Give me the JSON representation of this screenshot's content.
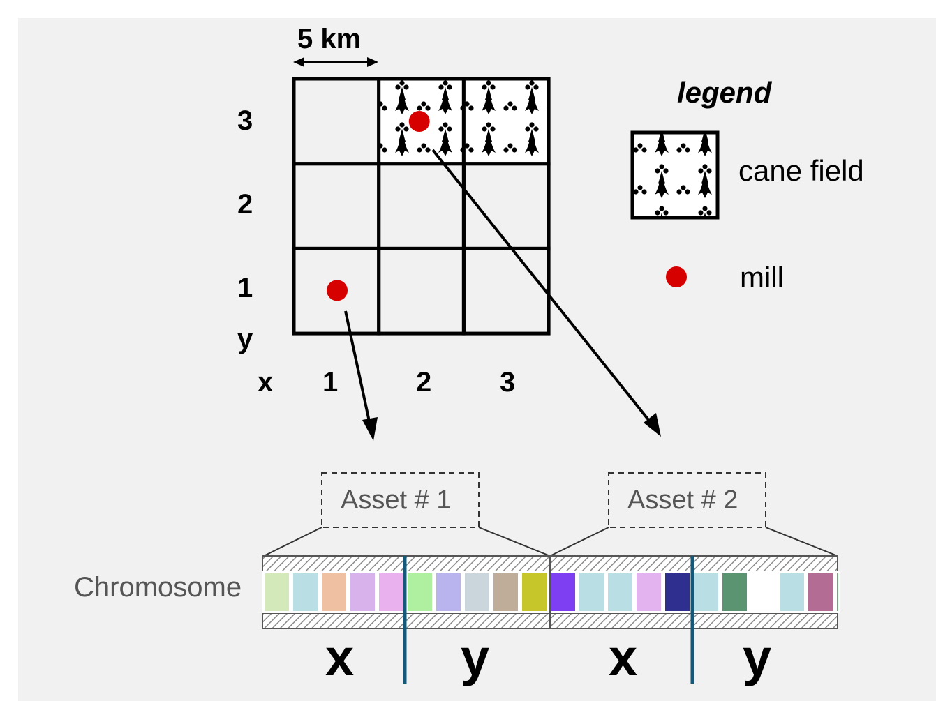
{
  "scale_label": "5 km",
  "grid": {
    "y_ticks": [
      "3",
      "2",
      "1"
    ],
    "x_ticks": [
      "1",
      "2",
      "3"
    ],
    "y_axis_label": "y",
    "x_axis_label": "x",
    "cane_field_cells": [
      [
        2,
        3
      ],
      [
        3,
        3
      ]
    ],
    "mill_cells": [
      [
        2,
        3
      ],
      [
        1,
        1
      ]
    ]
  },
  "legend": {
    "title": "legend",
    "cane_field_label": "cane field",
    "mill_label": "mill"
  },
  "chromosome": {
    "label": "Chromosome",
    "assets": [
      {
        "label": "Asset # 1",
        "x_label": "x",
        "y_label": "y",
        "gene_colors": [
          "#d4e9b9",
          "#b9dfe4",
          "#f0c0a2",
          "#d8b2ea",
          "#e9b2ef",
          "#aeefa0",
          "#b9b3ee",
          "#cbd5dc",
          "#bfad99",
          "#c6c62a"
        ]
      },
      {
        "label": "Asset # 2",
        "x_label": "x",
        "y_label": "y",
        "gene_colors": [
          "#7e3ff2",
          "#b9dfe4",
          "#b9dfe4",
          "#e2b3ef",
          "#2f2f8f",
          "#b9dfe4",
          "#5a9470",
          "#ffffff",
          "#b9dfe4",
          "#b36d95",
          "#6fa97a"
        ]
      }
    ]
  },
  "colors": {
    "mill": "#d70000",
    "divider": "#14587a"
  }
}
